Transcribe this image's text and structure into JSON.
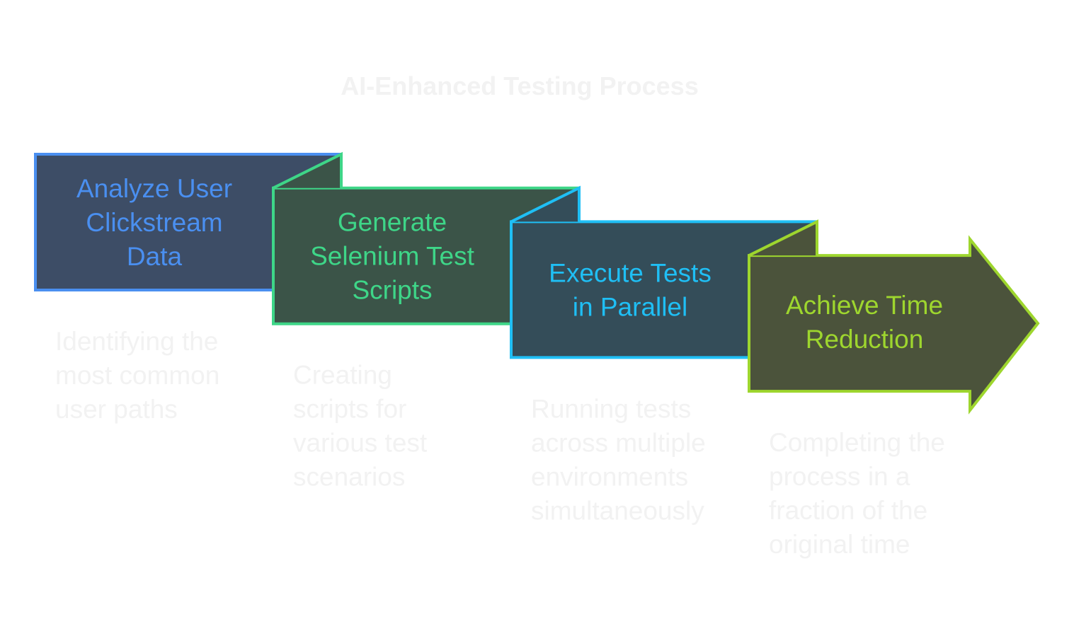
{
  "title": "AI-Enhanced Testing Process",
  "steps": [
    {
      "label_lines": [
        "Analyze User",
        "Clickstream",
        "Data"
      ],
      "description_lines": [
        "Identifying the",
        "most common",
        "user paths"
      ],
      "fill": "#3d4d66",
      "stroke": "#4a8ff0",
      "text_color": "#4a8ff0"
    },
    {
      "label_lines": [
        "Generate",
        "Selenium Test",
        "Scripts"
      ],
      "description_lines": [
        "Creating",
        "scripts for",
        "various test",
        "scenarios"
      ],
      "fill": "#3b5448",
      "stroke": "#3ed688",
      "text_color": "#3ed688"
    },
    {
      "label_lines": [
        "Execute Tests",
        "in Parallel"
      ],
      "description_lines": [
        "Running tests",
        "across multiple",
        "environments",
        "simultaneously"
      ],
      "fill": "#344d59",
      "stroke": "#1fbff5",
      "text_color": "#1fbff5"
    },
    {
      "label_lines": [
        "Achieve Time",
        "Reduction"
      ],
      "description_lines": [
        "Completing the",
        "process in a",
        "fraction of the",
        "original time"
      ],
      "fill": "#4b533b",
      "stroke": "#9ed62e",
      "text_color": "#9ed62e"
    }
  ]
}
